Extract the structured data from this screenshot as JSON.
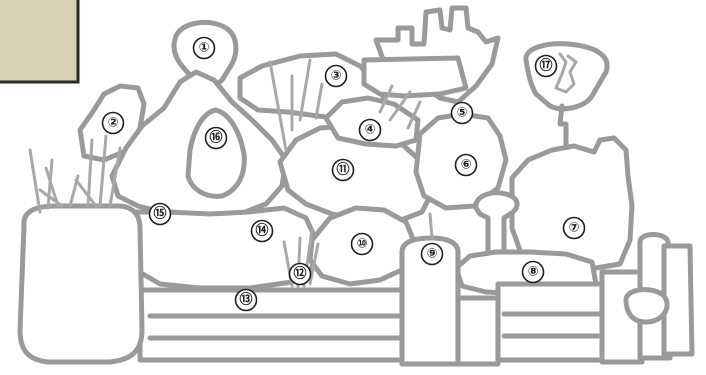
{
  "labels": [
    {
      "id": "label-1",
      "text": "①"
    },
    {
      "id": "label-2",
      "text": "②"
    },
    {
      "id": "label-3",
      "text": "③"
    },
    {
      "id": "label-4",
      "text": "④"
    },
    {
      "id": "label-5",
      "text": "⑤"
    },
    {
      "id": "label-6",
      "text": "⑥"
    },
    {
      "id": "label-7",
      "text": "⑦"
    },
    {
      "id": "label-8",
      "text": "⑧"
    },
    {
      "id": "label-9",
      "text": "⑨"
    },
    {
      "id": "label-10",
      "text": "⑩"
    },
    {
      "id": "label-11",
      "text": "⑪"
    },
    {
      "id": "label-12",
      "text": "⑫"
    },
    {
      "id": "label-13",
      "text": "⑬"
    },
    {
      "id": "label-14",
      "text": "⑭"
    },
    {
      "id": "label-15",
      "text": "⑮"
    },
    {
      "id": "label-16",
      "text": "⑯"
    },
    {
      "id": "label-17",
      "text": "⑰"
    }
  ]
}
